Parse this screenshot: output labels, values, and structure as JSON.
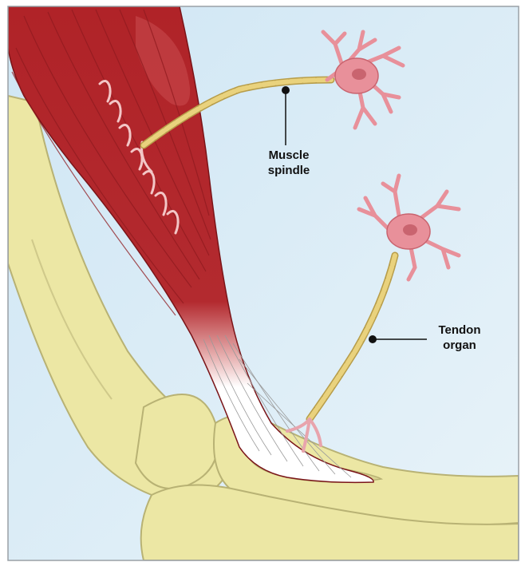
{
  "labels": {
    "muscle_spindle": [
      "Muscle",
      "spindle"
    ],
    "tendon_organ": [
      "Tendon",
      "organ"
    ]
  },
  "colors": {
    "background": "#dcedf7",
    "frame": "#9aa0a6",
    "bone": "#ece7a4",
    "bone_outline": "#b8b274",
    "muscle": "#b2262b",
    "muscle_dark": "#8f1a1f",
    "tendon": "#ffffff",
    "nerve_fiber": "#e9d27d",
    "nerve_outline": "#b79d4a",
    "neuron": "#e8909a",
    "neuron_nucleus": "#c9646f",
    "leader_line": "#111111"
  }
}
